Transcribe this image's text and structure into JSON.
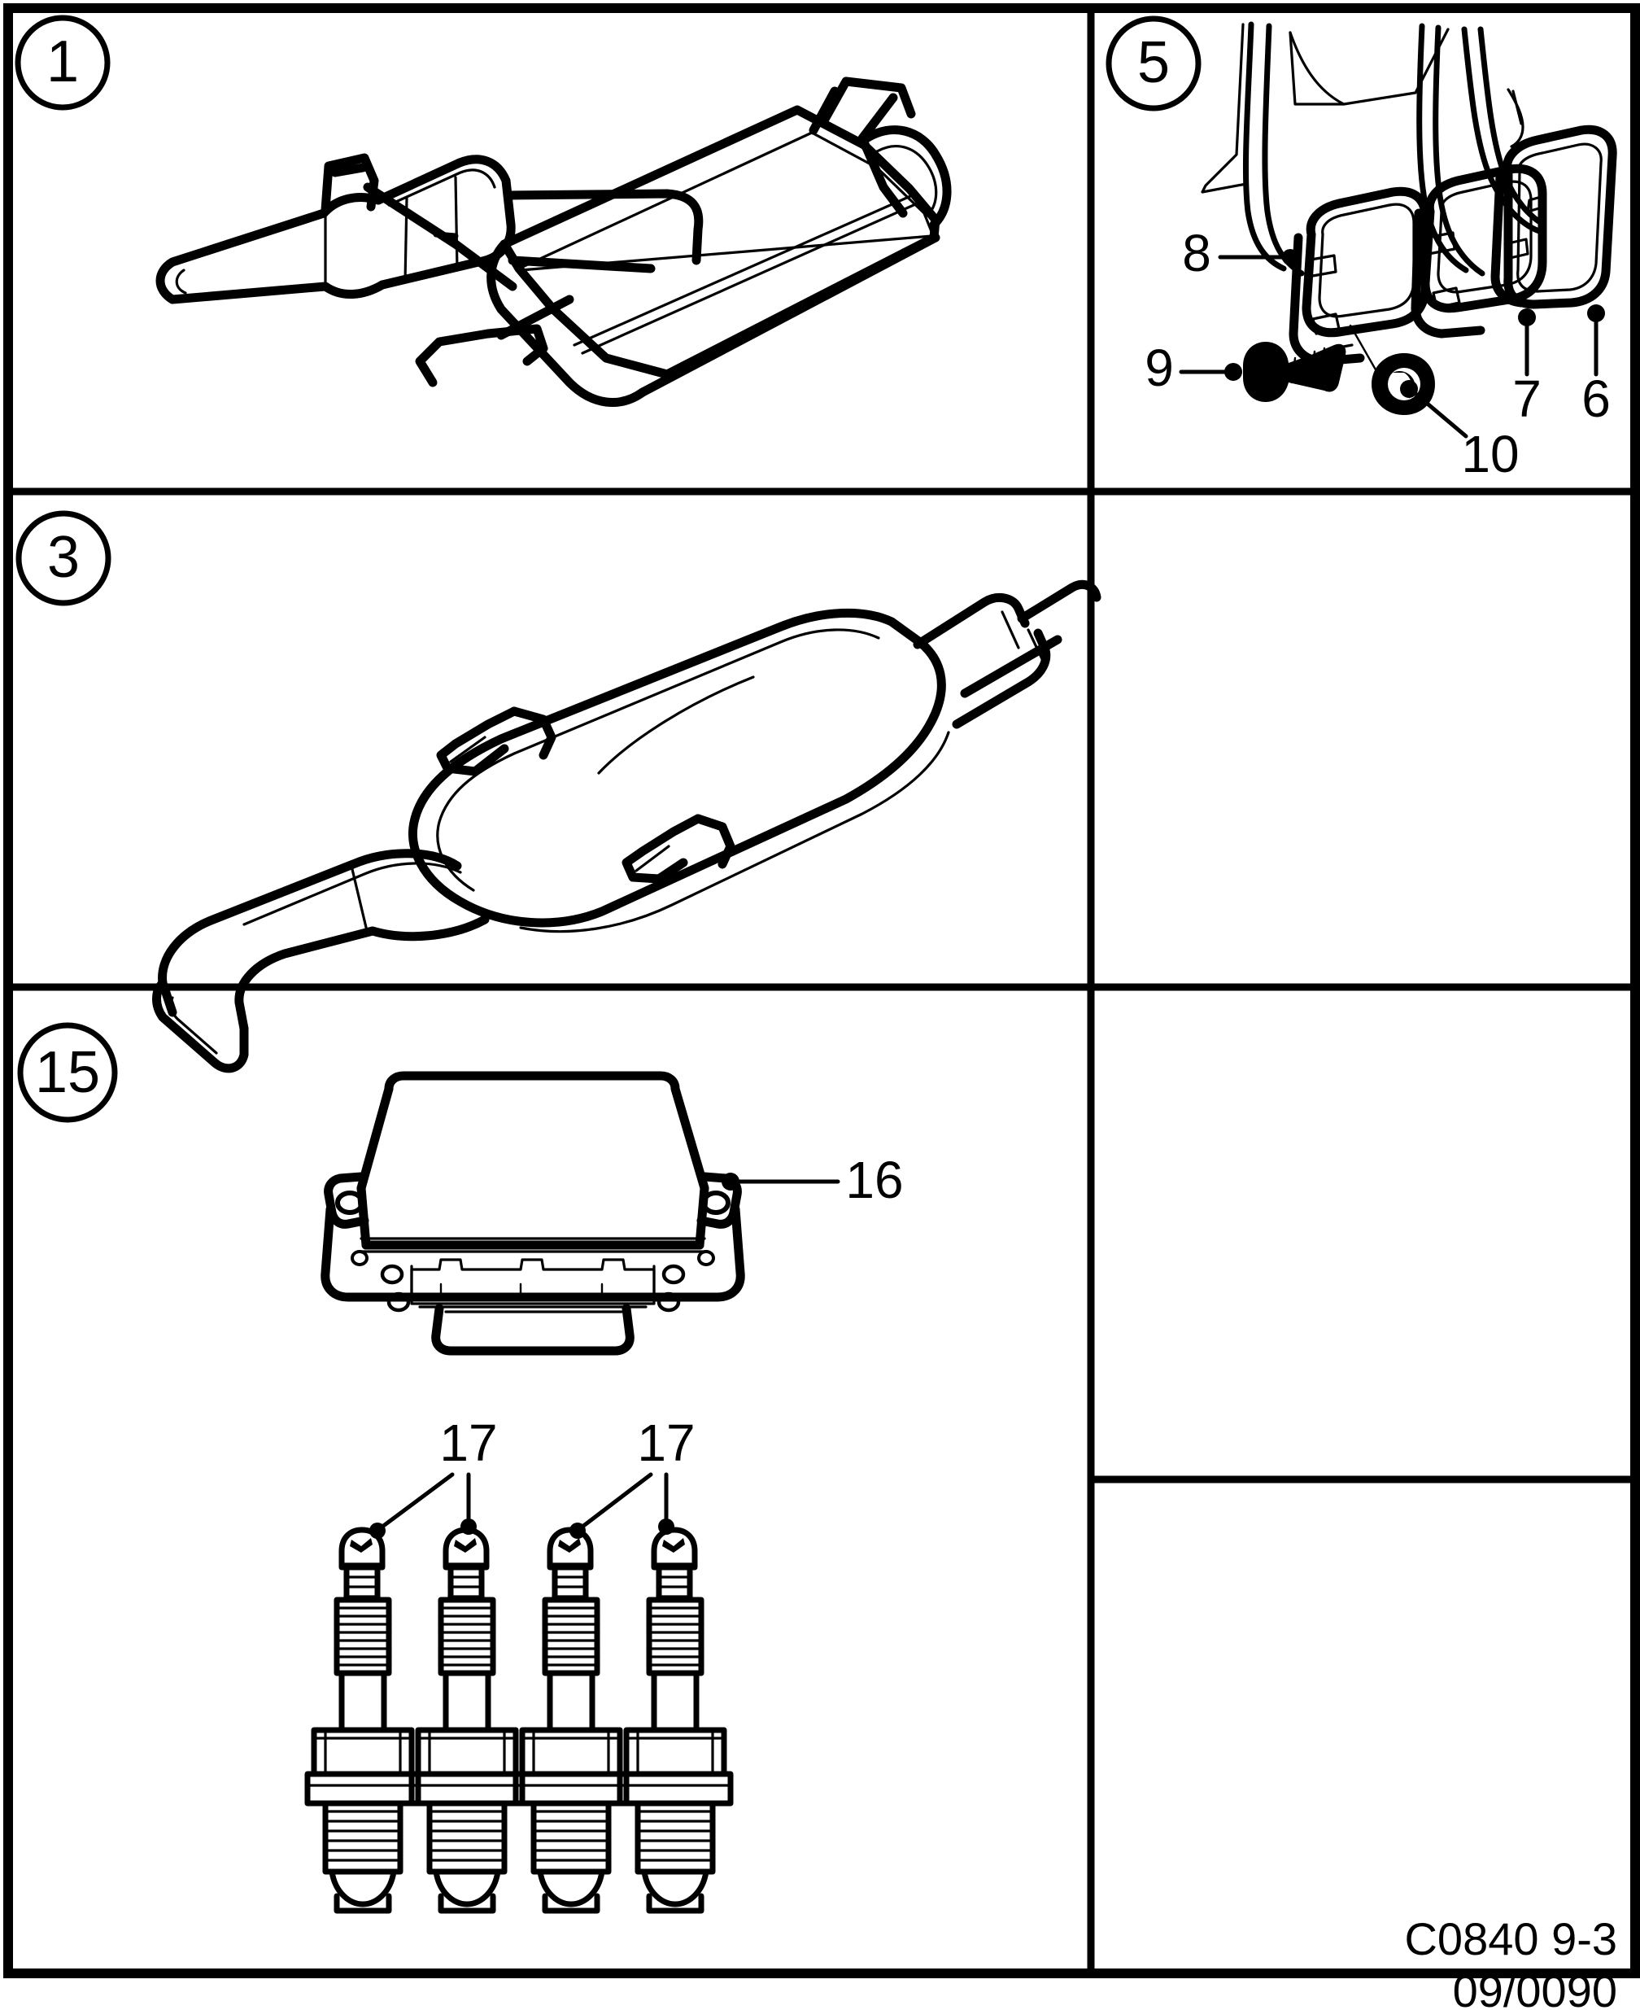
{
  "document": {
    "type": "automotive-parts-illustration",
    "reference_code": "C0840 9-3",
    "revision_code": "09/0090"
  },
  "panels": [
    {
      "id": "panel-1",
      "number": "1",
      "part": "rear-silencer-muffler-with-tailpipe",
      "callouts": []
    },
    {
      "id": "panel-5",
      "number": "5",
      "part": "pedal-assembly",
      "callouts": [
        {
          "label": "8",
          "target": "clutch-pedal-pivot"
        },
        {
          "label": "9",
          "target": "bolt"
        },
        {
          "label": "10",
          "target": "nut"
        },
        {
          "label": "7",
          "target": "brake-pedal-pad"
        },
        {
          "label": "6",
          "target": "accelerator-pedal-pad"
        }
      ]
    },
    {
      "id": "panel-3",
      "number": "3",
      "part": "centre-silencer-muffler",
      "callouts": []
    },
    {
      "id": "panel-blank-right-mid",
      "number": "",
      "part": "",
      "callouts": []
    },
    {
      "id": "panel-15",
      "number": "15",
      "part": "engine-control-module-and-spark-plugs",
      "callouts": [
        {
          "label": "16",
          "target": "engine-control-module"
        },
        {
          "label": "17",
          "target": "spark-plug"
        },
        {
          "label": "17",
          "target": "spark-plug"
        }
      ]
    },
    {
      "id": "panel-blank-right-lower",
      "number": "",
      "part": "",
      "callouts": []
    },
    {
      "id": "panel-code-box",
      "number": "",
      "part": "",
      "callouts": []
    }
  ],
  "colors": {
    "ink": "#000000",
    "paper": "#ffffff"
  }
}
